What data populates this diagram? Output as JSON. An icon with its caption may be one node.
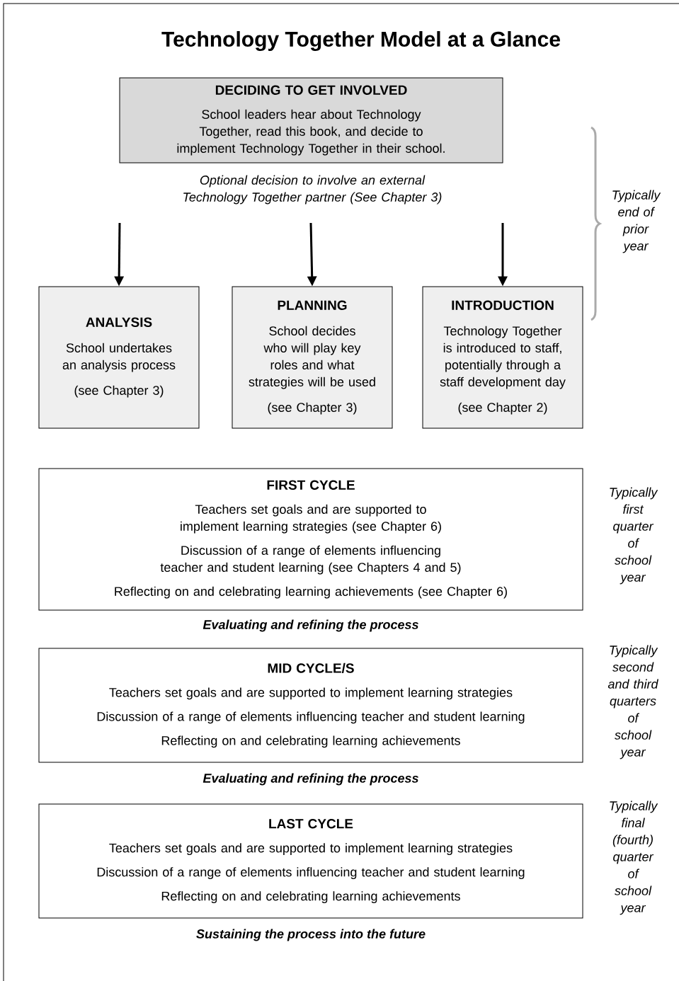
{
  "diagram": {
    "title": "Technology Together Model at a Glance",
    "nodes": [
      {
        "text": [
          "DECIDING TO GET INVOLVED",
          "School leaders hear about Technology Together, read this book, and decide to implement Technology Together in their school."
        ],
        "beside": [
          "Optional decision to involve an external Technology Together partner (See Chapter 3)"
        ]
      },
      {
        "text": [
          "ANALYSIS",
          "School undertakes an analysis process",
          "(see Chapter 3)"
        ]
      },
      {
        "text": [
          "PLANNING",
          "School decides who will play key roles and what strategies will be used",
          "(see Chapter 3)"
        ]
      },
      {
        "text": [
          "INTRODUCTION",
          "Technology Together is introduced to staff, potentially through a staff development day",
          "(see Chapter 2)"
        ]
      },
      {
        "text": [
          "FIRST CYCLE",
          "Teachers set goals and are supported to implement learning strategies (see Chapter 6)",
          "Discussion of a range of elements influencing teacher and student learning (see Chapters 4 and 5)",
          "Reflecting on and celebrating learning achievements (see Chapter 6)"
        ]
      },
      {
        "text": [
          "MID CYCLE/S",
          "Teachers set goals and are supported to implement learning strategies",
          "Discussion of a range of elements influencing teacher and student learning",
          "Reflecting on and celebrating learning achievements"
        ]
      },
      {
        "text": [
          "LAST CYCLE",
          "Teachers set goals and are supported to implement learning strategies",
          "Discussion of a range of elements influencing teacher and student learning",
          "Reflecting on and celebrating learning achievements"
        ]
      }
    ],
    "edges": [
      {
        "from": null,
        "to": 1,
        "arrow": "to"
      },
      {
        "from": null,
        "to": 2,
        "arrow": "to"
      },
      {
        "from": null,
        "to": 3,
        "arrow": "to"
      }
    ],
    "labels": [
      "Typically end of prior year",
      "Typically first quarter of school year",
      "Evaluating and refining the process",
      "Typically second and third quarters of school year",
      "Evaluating and refining the process",
      "Typically final (fourth) quarter of school year",
      "Sustaining the process into the future"
    ]
  }
}
